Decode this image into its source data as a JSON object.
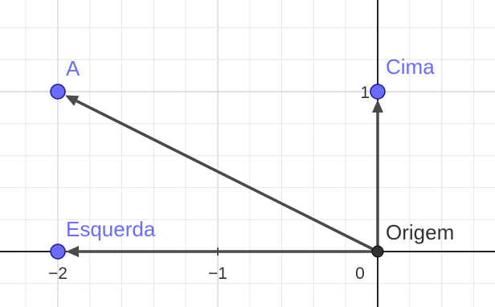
{
  "graph": {
    "axes": {
      "x_ticks": [
        {
          "value": -2,
          "label": "−2"
        },
        {
          "value": -1,
          "label": "−1"
        },
        {
          "value": 0,
          "label": "0"
        }
      ],
      "y_ticks": [
        {
          "value": 1,
          "label": "1"
        }
      ]
    },
    "points": [
      {
        "id": "A",
        "label": "A",
        "x": -2,
        "y": 1,
        "color": "#6b6bff",
        "label_color": "#6b6bff"
      },
      {
        "id": "Cima",
        "label": "Cima",
        "x": 0,
        "y": 1,
        "color": "#6b6bff",
        "label_color": "#6b6bff"
      },
      {
        "id": "Esquerda",
        "label": "Esquerda",
        "x": -2,
        "y": 0,
        "color": "#6b6bff",
        "label_color": "#6b6bff"
      },
      {
        "id": "Origem",
        "label": "Origem",
        "x": 0,
        "y": 0,
        "color": "#333333",
        "label_color": "#333333"
      }
    ],
    "vectors": [
      {
        "from": "Origem",
        "to": "A"
      },
      {
        "from": "Origem",
        "to": "Cima"
      },
      {
        "from": "Origem",
        "to": "Esquerda"
      }
    ],
    "colors": {
      "grid_minor": "#e6e6e6",
      "grid_major": "#cfcfcf",
      "axis": "#222222",
      "vector": "#4a4a4a",
      "point_stroke": "#1a1a8c"
    }
  }
}
